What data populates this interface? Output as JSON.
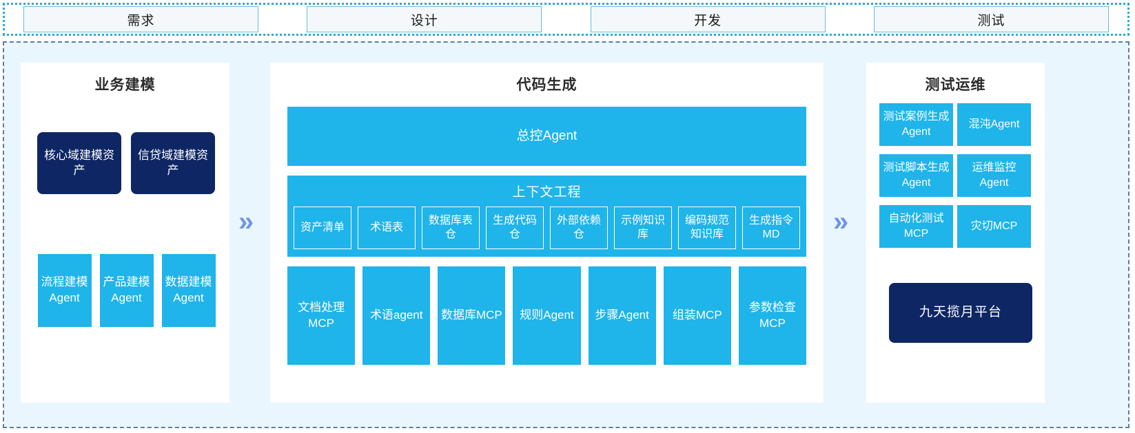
{
  "phases": [
    {
      "label": "需求"
    },
    {
      "label": "设计"
    },
    {
      "label": "开发"
    },
    {
      "label": "测试"
    }
  ],
  "arrows": {
    "glyph": "»",
    "color": "#6f95e8"
  },
  "colors": {
    "cyan": "#1fb4ea",
    "navy": "#0e2664",
    "region_bg": "#e9f6fd",
    "panel_bg": "#ffffff",
    "phase_bg": "#f4f8fa",
    "phase_border": "#6fb9d6",
    "strip_border": "#29a8dc",
    "region_border": "#5d7f96"
  },
  "panels": {
    "left": {
      "title": "业务建模",
      "assets": [
        {
          "label": "核心域建模资产"
        },
        {
          "label": "信贷域建模资产"
        }
      ],
      "agents": [
        {
          "label": "流程建模Agent"
        },
        {
          "label": "产品建模Agent"
        },
        {
          "label": "数据建模Agent"
        }
      ]
    },
    "center": {
      "title": "代码生成",
      "master_agent": "总控Agent",
      "context": {
        "title": "上下文工程",
        "items": [
          {
            "label": "资产清单"
          },
          {
            "label": "术语表"
          },
          {
            "label": "数据库表仓"
          },
          {
            "label": "生成代码仓"
          },
          {
            "label": "外部依赖仓"
          },
          {
            "label": "示例知识库"
          },
          {
            "label": "编码规范知识库"
          },
          {
            "label": "生成指令MD"
          }
        ]
      },
      "tools": [
        {
          "label": "文档处理MCP"
        },
        {
          "label": "术语agent"
        },
        {
          "label": "数据库MCP"
        },
        {
          "label": "规则Agent"
        },
        {
          "label": "步骤Agent"
        },
        {
          "label": "组装MCP"
        },
        {
          "label": "参数检查MCP"
        }
      ]
    },
    "right": {
      "title": "测试运维",
      "items": [
        {
          "label": "测试案例生成Agent"
        },
        {
          "label": "混沌Agent"
        },
        {
          "label": "测试脚本生成Agent"
        },
        {
          "label": "运维监控Agent"
        },
        {
          "label": "自动化测试MCP"
        },
        {
          "label": "灾切MCP"
        }
      ],
      "platform": "九天揽月平台"
    }
  }
}
